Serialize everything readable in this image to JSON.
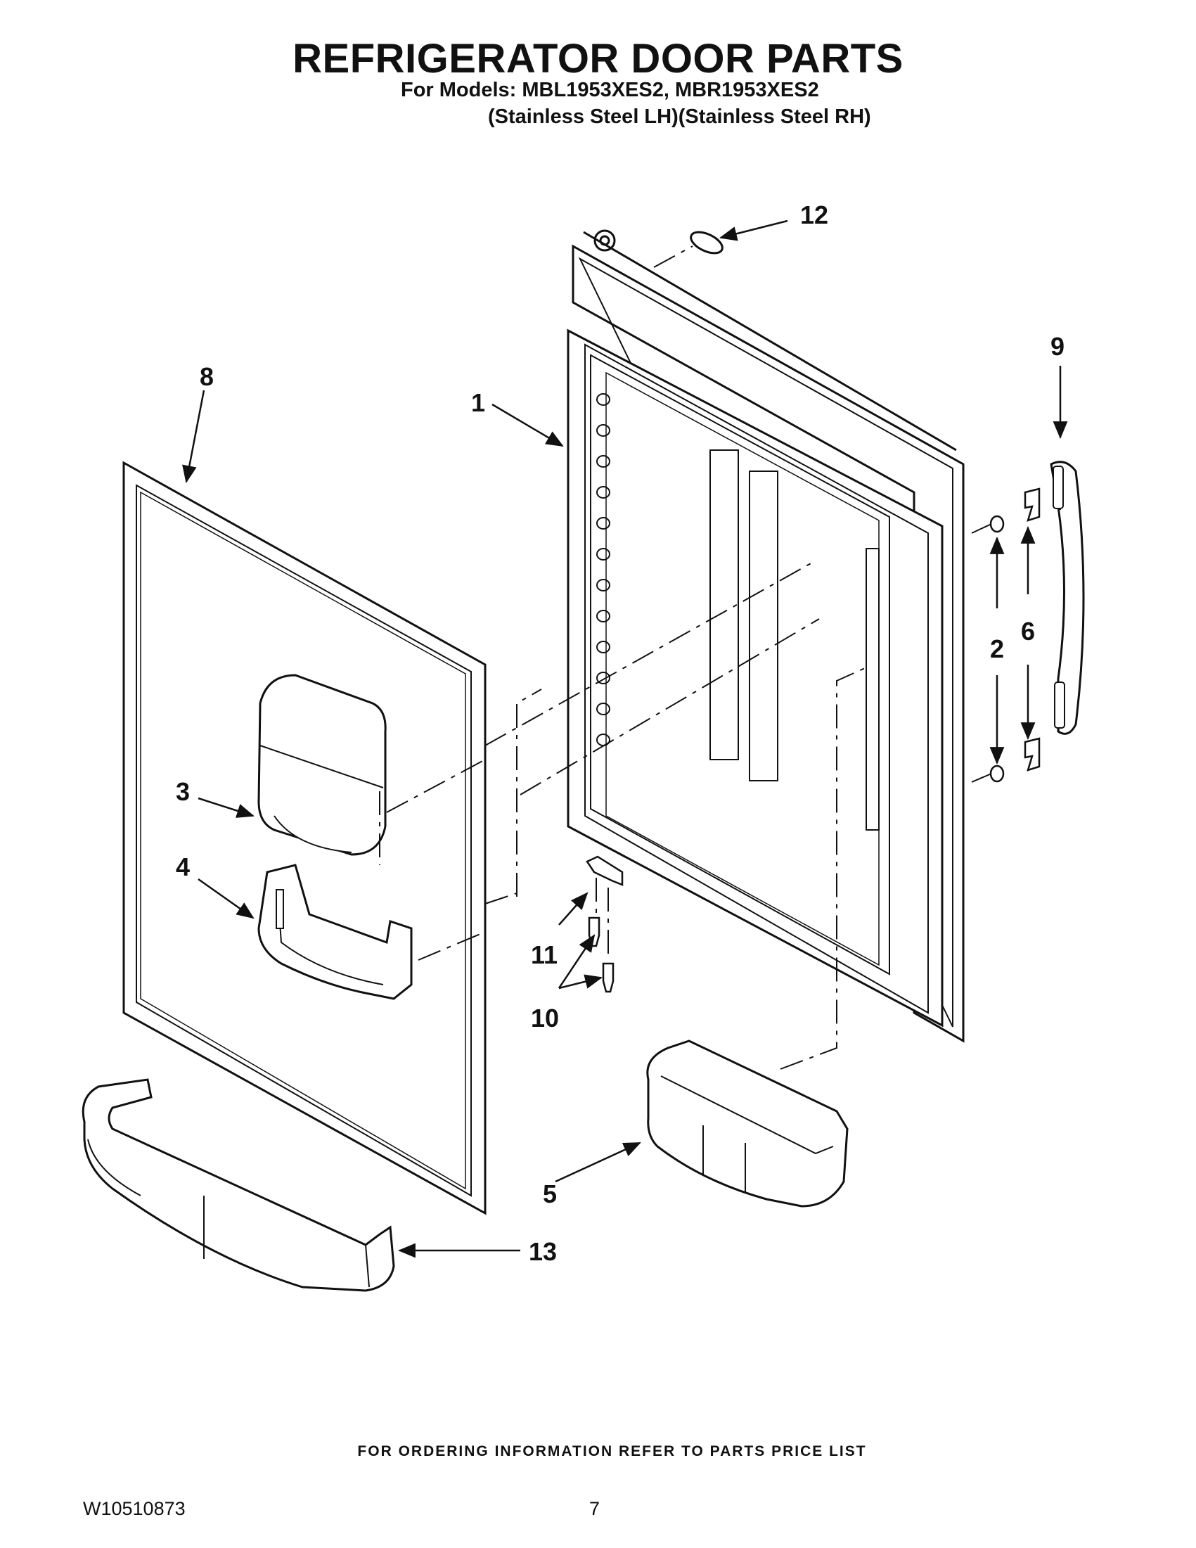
{
  "header": {
    "title": "REFRIGERATOR DOOR PARTS",
    "models_line": "For Models: MBL1953XES2, MBR1953XES2",
    "variants_line": "(Stainless Steel LH)(Stainless Steel RH)"
  },
  "callouts": {
    "c1": "1",
    "c2": "2",
    "c3": "3",
    "c4": "4",
    "c5": "5",
    "c6": "6",
    "c8": "8",
    "c9": "9",
    "c10": "10",
    "c11": "11",
    "c12": "12",
    "c13": "13"
  },
  "footer": {
    "ordering_note": "FOR ORDERING INFORMATION REFER TO PARTS PRICE LIST",
    "document_number": "W10510873",
    "page_number": "7"
  }
}
